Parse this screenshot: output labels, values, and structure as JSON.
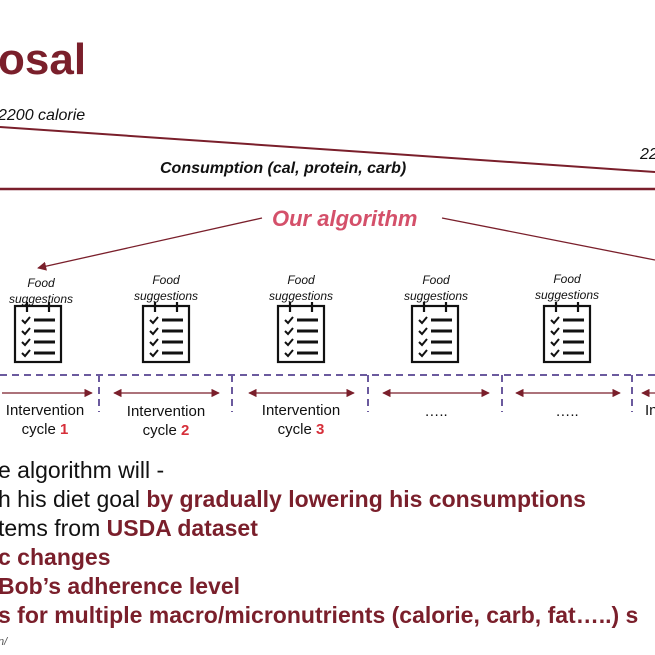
{
  "slide": {
    "title": "osal",
    "calorie_left": "2200 calorie",
    "calorie_right": "22",
    "consumption_label": "Consumption (cal, protein, carb)",
    "algorithm_label": "Our algorithm"
  },
  "cards": [
    {
      "line1": "Food",
      "line2": "suggestions"
    },
    {
      "line1": "Food",
      "line2": "suggestions"
    },
    {
      "line1": "Food",
      "line2": "suggestions"
    },
    {
      "line1": "Food",
      "line2": "suggestions"
    },
    {
      "line1": "Food",
      "line2": "suggestions"
    }
  ],
  "cycles": [
    {
      "line1": "Intervention",
      "line2": "cycle",
      "num": "1"
    },
    {
      "line1": "Intervention",
      "line2": "cycle",
      "num": "2"
    },
    {
      "line1": "Intervention",
      "line2": "cycle",
      "num": "3"
    },
    {
      "line1": "…..",
      "line2": "",
      "num": ""
    },
    {
      "line1": "…..",
      "line2": "",
      "num": ""
    },
    {
      "line1": "In",
      "line2": "",
      "num": ""
    }
  ],
  "bullets": [
    {
      "plain": "e algorithm will -",
      "highlight": ""
    },
    {
      "plain": "h his diet goal ",
      "highlight": "by gradually lowering his consumptions"
    },
    {
      "plain": "tems from ",
      "highlight": "USDA dataset"
    },
    {
      "plain": "",
      "highlight": "c changes"
    },
    {
      "plain": "",
      "highlight": " Bob’s adherence level"
    },
    {
      "plain": "",
      "highlight": "s for multiple macro/micronutrients (calorie, carb, fat…..) s"
    }
  ],
  "footnote": "n/",
  "colors": {
    "maroon": "#7a1f2b",
    "algorithm_pink": "#d4506a",
    "cycle_number_red": "#d62f3a",
    "dashed_purple": "#6b5a9e"
  },
  "icons": [
    "checklist-icon"
  ]
}
